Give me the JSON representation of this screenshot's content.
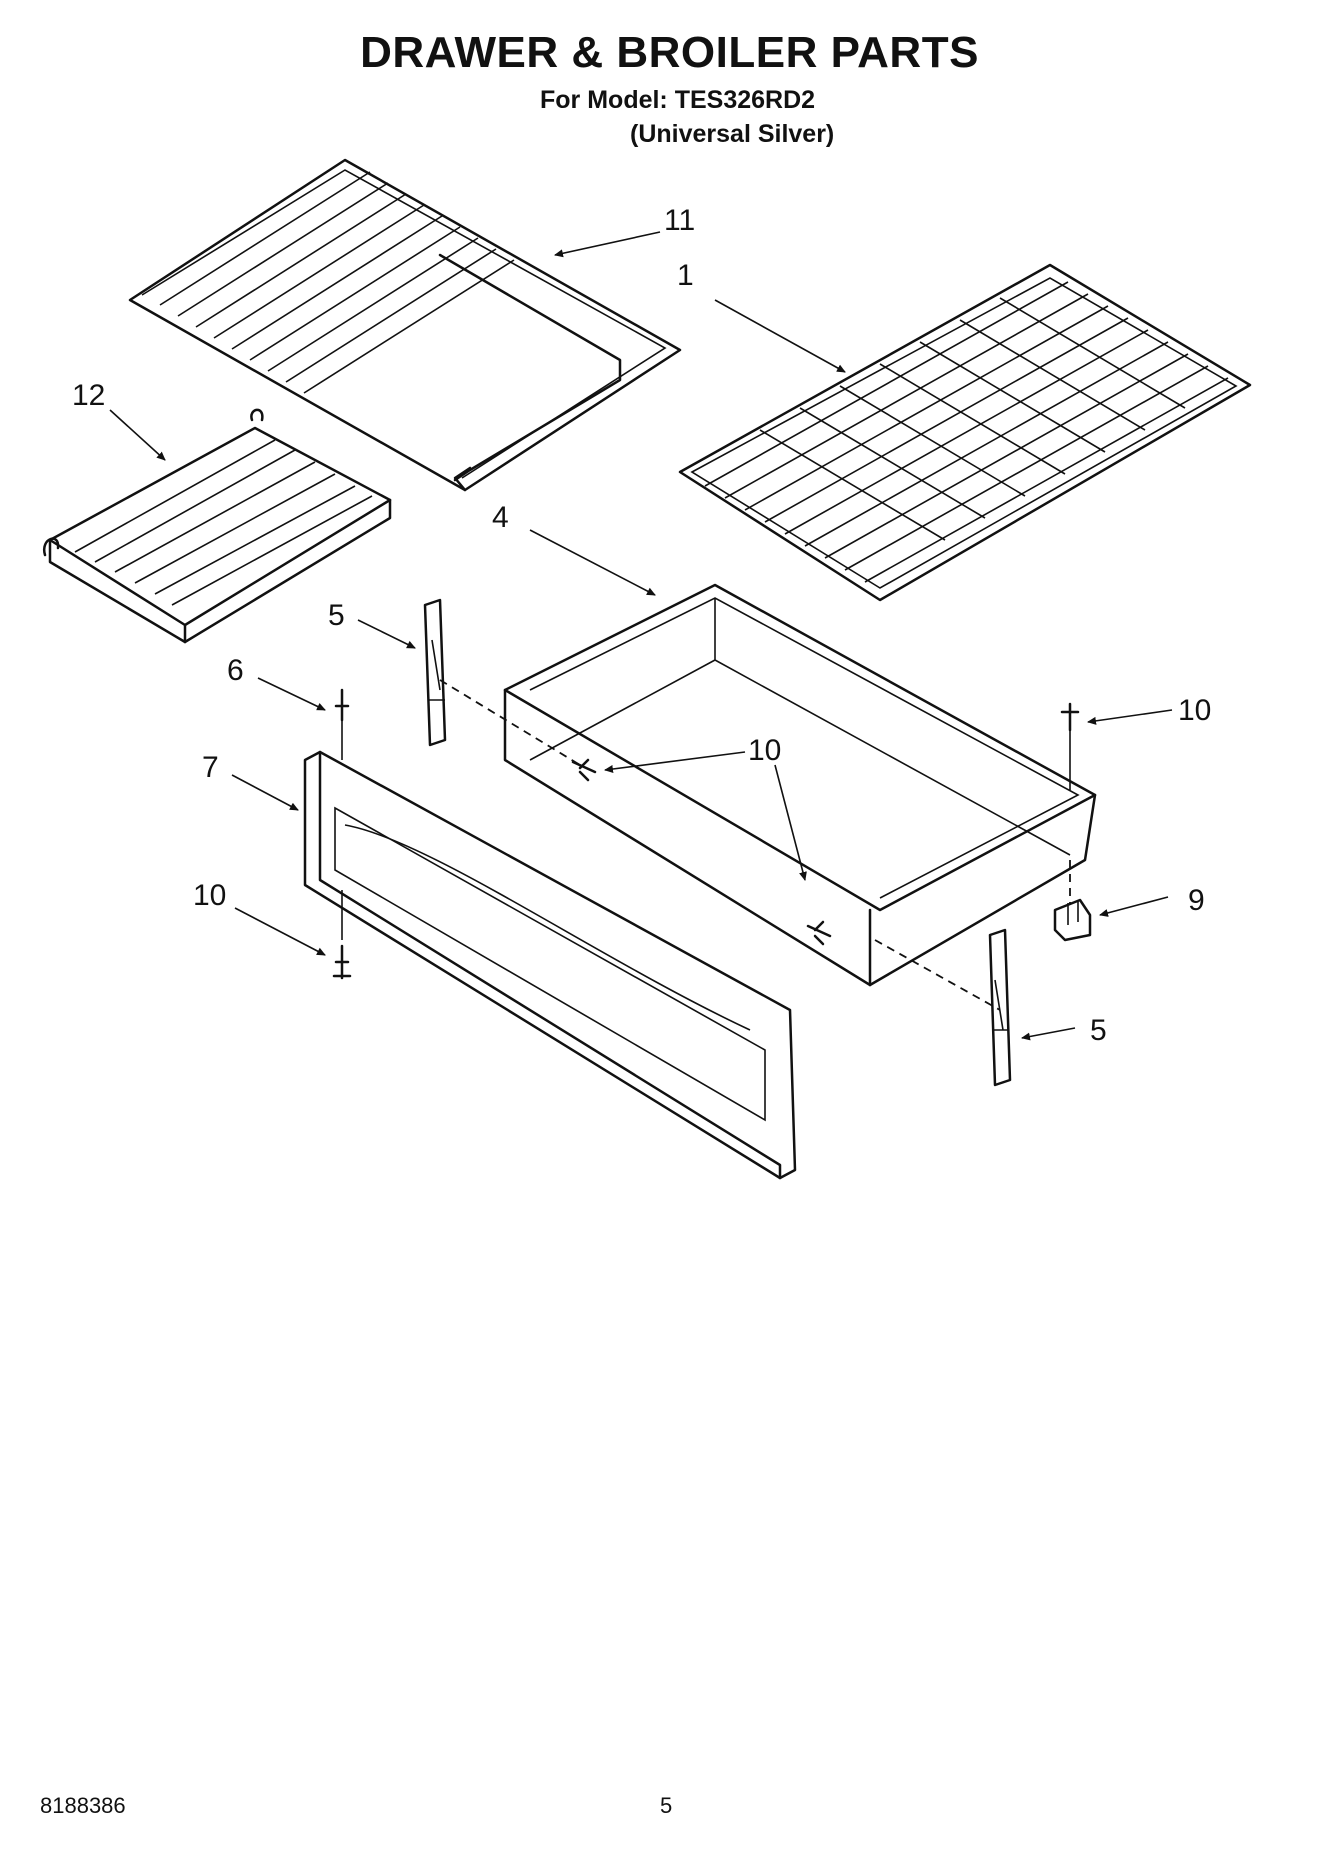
{
  "header": {
    "title": "DRAWER & BROILER PARTS",
    "model_line": "For Model: TES326RD2",
    "model_sub": "(Universal Silver)"
  },
  "callouts": {
    "c11": "11",
    "c1": "1",
    "c12": "12",
    "c4": "4",
    "c5a": "5",
    "c6": "6",
    "c7": "7",
    "c10a": "10",
    "c10b": "10",
    "c10c": "10",
    "c9": "9",
    "c10d": "10",
    "c5b": "5"
  },
  "footer": {
    "doc_number": "8188386",
    "page_number": "5"
  }
}
